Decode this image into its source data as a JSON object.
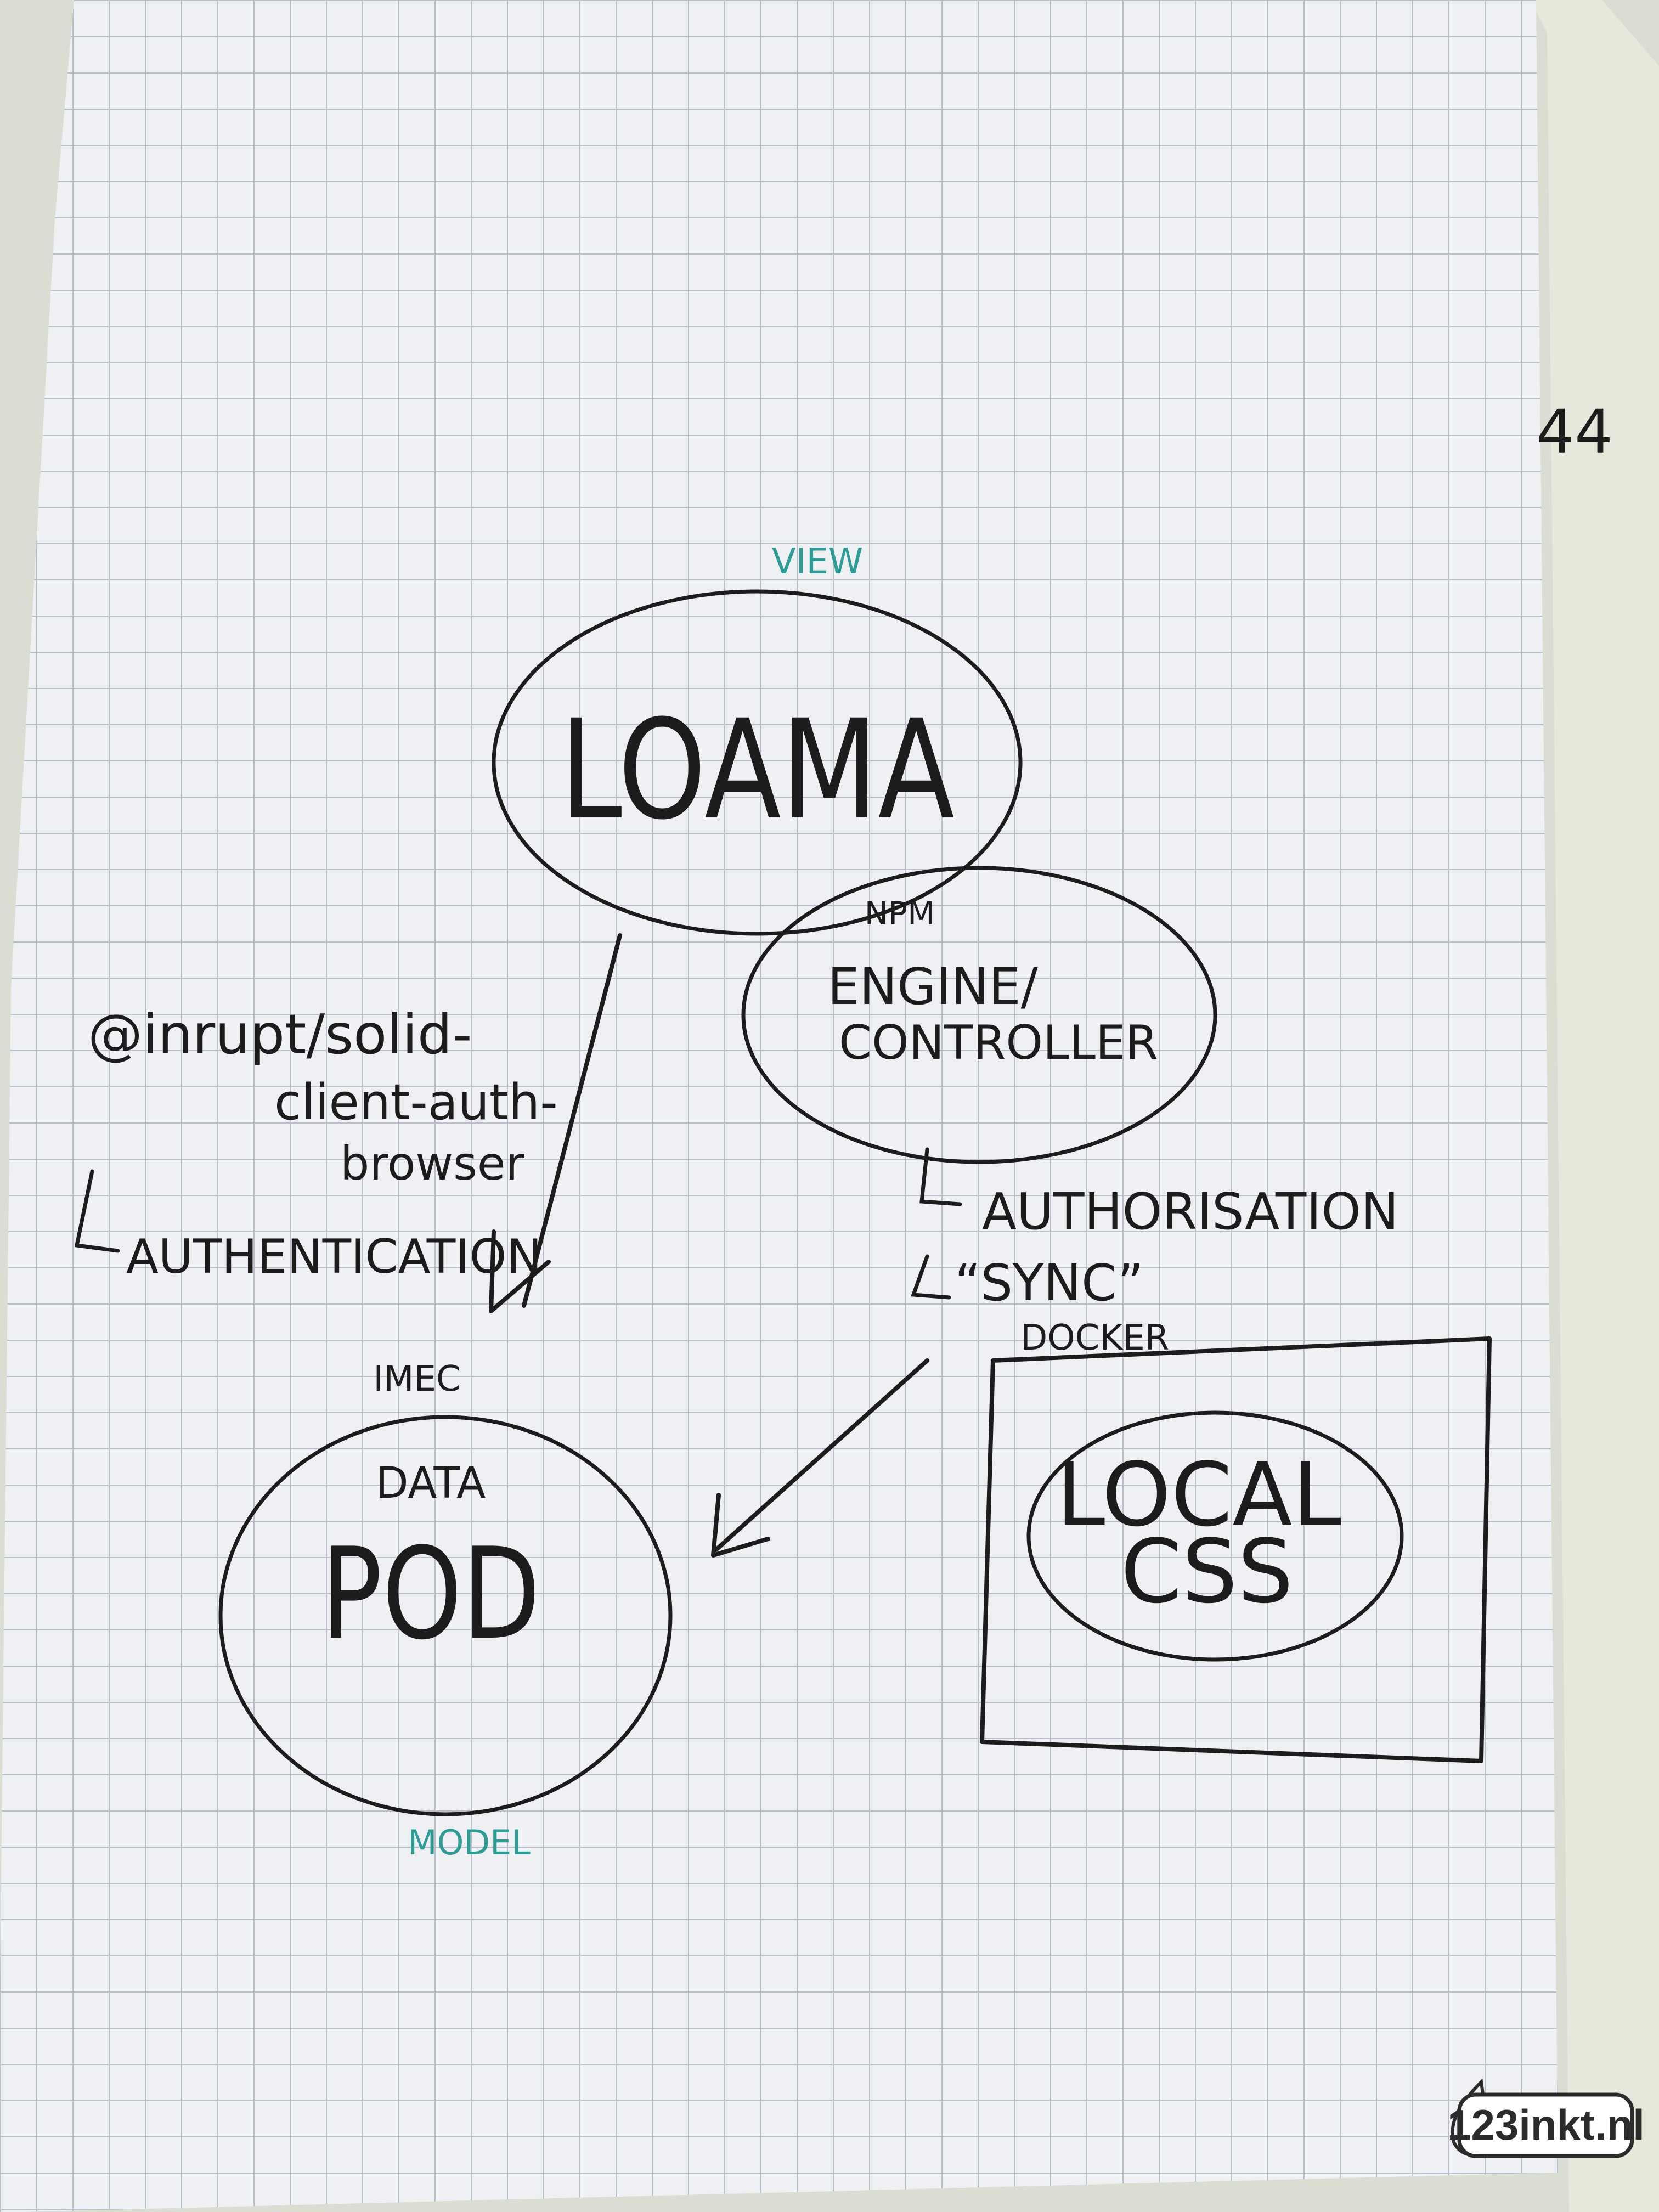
{
  "diagram": {
    "labels": {
      "view": "VIEW",
      "loama": "LOAMA",
      "npm": "NPM",
      "engine_line1": "ENGINE/",
      "engine_line2": "CONTROLLER",
      "lib_line1": "@inrupt/solid-",
      "lib_line2": "client-auth-",
      "lib_line3": "browser",
      "authentication": "AUTHENTICATION",
      "authorisation": "AUTHORISATION",
      "sync": "“SYNC”",
      "imec": "IMEC",
      "data": "DATA",
      "pod": "POD",
      "model": "MODEL",
      "docker": "DOCKER",
      "local": "LOCAL",
      "css": "CSS",
      "edge_note": "44"
    },
    "logo": "123inkt.nl"
  },
  "colors": {
    "paper": "#eef0f4",
    "grid": "#b9bec9",
    "ink": "#1c1c1c",
    "teal_ink": "#2e9c94",
    "desk": "#d9ddd2"
  }
}
